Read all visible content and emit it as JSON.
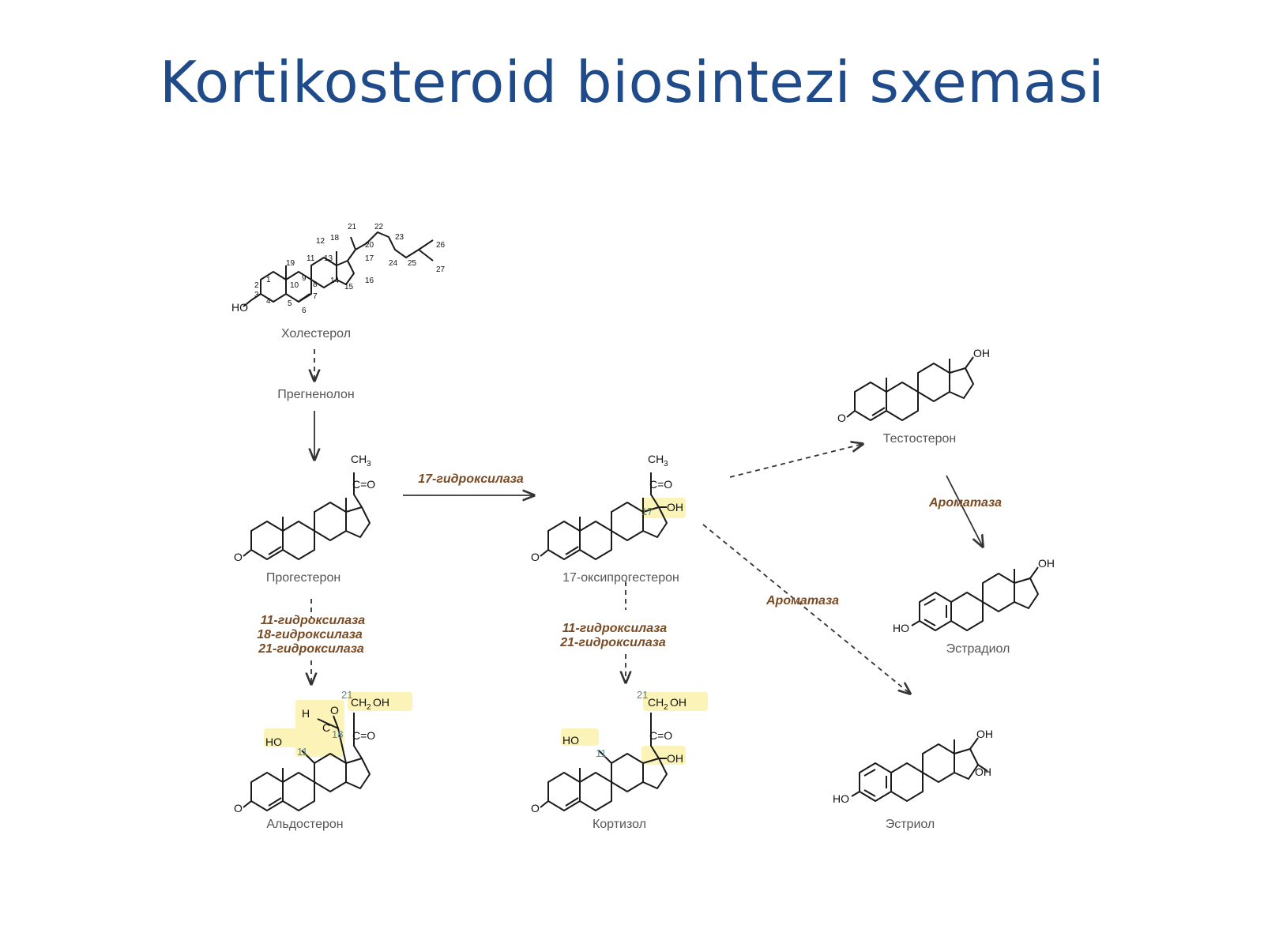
{
  "slide": {
    "title": "Kortikosteroid biosintezi sxemasi"
  },
  "compounds": {
    "cholesterol": "Холестерол",
    "pregnenolone": "Прегненолон",
    "progesterone": "Прогестерон",
    "hydroxyprogesterone": "17-оксипрогестерон",
    "testosterone": "Тестостерон",
    "estradiol": "Эстрадиол",
    "aldosterone": "Альдостерон",
    "cortisol": "Кортизол",
    "estriol": "Эстриол"
  },
  "enzymes": {
    "hydroxylase17": "17-гидроксилаза",
    "aromatase": "Ароматаза",
    "hydroxylase11": "11-гидроксилаза",
    "hydroxylase18": "18-гидроксилаза",
    "hydroxylase21": "21-гидроксилаза"
  },
  "atoms": {
    "oh": "OH",
    "ho": "HO",
    "o": "O",
    "h": "H",
    "c": "C",
    "ch3_c": "CH",
    "ch3_sub": "3",
    "ch2oh_c": "CH",
    "ch2oh_sub": "2",
    "ch2oh_oh": "OH",
    "co": "C=O"
  },
  "carbon_numbers": [
    "1",
    "2",
    "3",
    "4",
    "5",
    "6",
    "7",
    "8",
    "9",
    "10",
    "11",
    "12",
    "13",
    "14",
    "15",
    "16",
    "17",
    "18",
    "19",
    "20",
    "21",
    "22",
    "23",
    "24",
    "25",
    "26",
    "27"
  ],
  "highlight_numbers": {
    "n11": "11",
    "n17": "17",
    "n18": "18",
    "n21": "21"
  }
}
